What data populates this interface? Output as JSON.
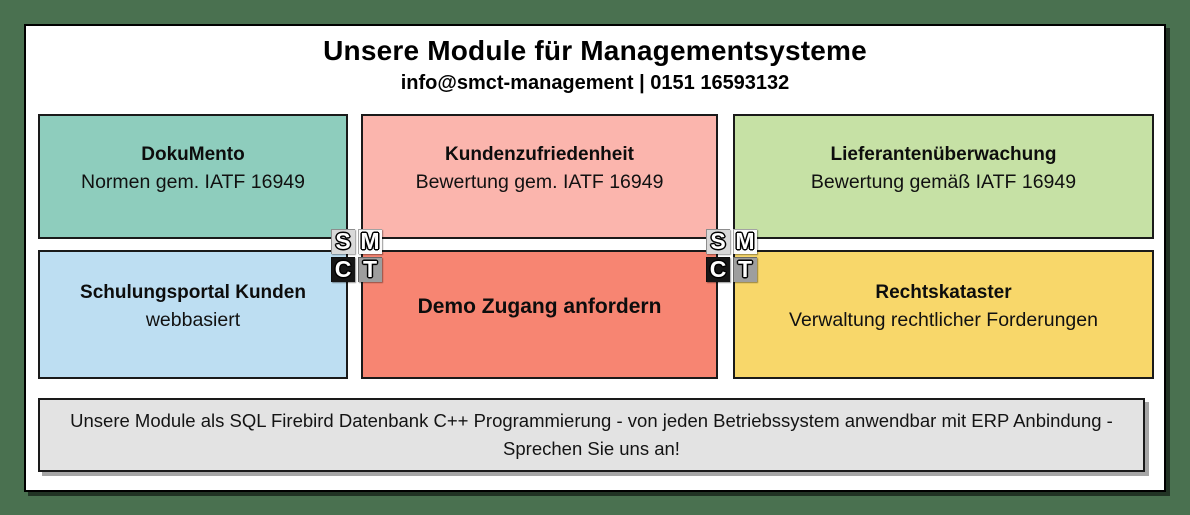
{
  "header": {
    "title": "Unsere Module für Managementsysteme",
    "contact": "info@smct-management | 0151 16593132"
  },
  "modules": [
    {
      "title": "DokuMento",
      "subtitle": "Normen gem. IATF 16949",
      "bg": "#8ecdbd"
    },
    {
      "title": "Kundenzufriedenheit",
      "subtitle": "Bewertung gem. IATF 16949",
      "bg": "#fbb5ad"
    },
    {
      "title": "Lieferantenüberwachung",
      "subtitle": "Bewertung gemäß IATF 16949",
      "bg": "#c6e1a5"
    },
    {
      "title": "Schulungsportal Kunden",
      "subtitle": "webbasiert",
      "bg": "#bddef2"
    },
    {
      "title": "Demo Zugang anfordern",
      "subtitle": "",
      "bg": "#f78572"
    },
    {
      "title": "Rechtskataster",
      "subtitle": "Verwaltung rechtlicher Forderungen",
      "bg": "#f8d76a"
    }
  ],
  "footer": {
    "text": "Unsere Module als SQL Firebird Datenbank C++ Programmierung - von jeden Betriebssystem anwendbar mit ERP Anbindung - Sprechen Sie uns an!"
  },
  "logo": {
    "letters": [
      "S",
      "M",
      "C",
      "T"
    ]
  },
  "colors": {
    "page_background": "#4a7150",
    "panel_background": "#ffffff",
    "footer_background": "#e3e3e3",
    "border": "#1a1a1a"
  }
}
